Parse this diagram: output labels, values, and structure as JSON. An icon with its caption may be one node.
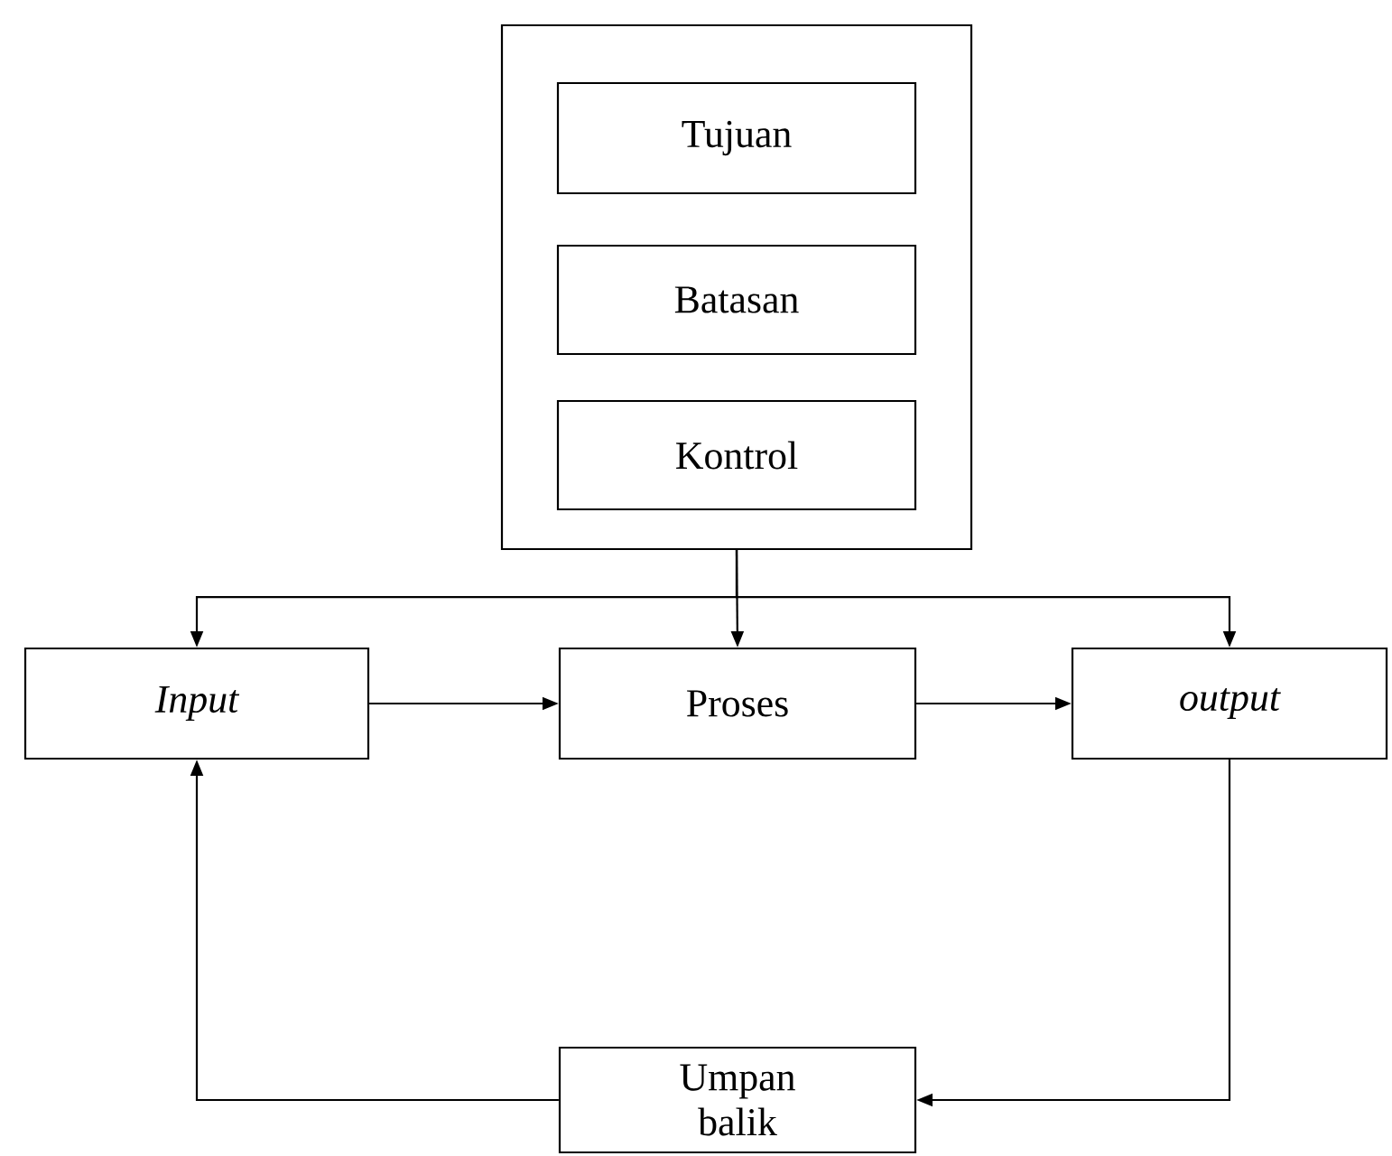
{
  "diagram": {
    "nodes": [
      {
        "text": [],
        "shape": "box"
      },
      {
        "text": [
          "Tujuan"
        ],
        "in": 0
      },
      {
        "text": [
          "Batasan"
        ],
        "in": 0
      },
      {
        "text": [
          "Kontrol"
        ],
        "in": 0
      },
      {
        "text": [
          "Input"
        ]
      },
      {
        "text": [
          "Proses"
        ]
      },
      {
        "text": [
          "output"
        ]
      },
      {
        "text": [
          "Umpan balik"
        ]
      }
    ],
    "edges": [
      {
        "from": 0,
        "to": 4,
        "arrow": "to"
      },
      {
        "from": 0,
        "to": 5,
        "arrow": "to"
      },
      {
        "from": 0,
        "to": 6,
        "arrow": "to"
      },
      {
        "from": 4,
        "to": 5,
        "arrow": "to"
      },
      {
        "from": 5,
        "to": 6,
        "arrow": "to"
      },
      {
        "from": 6,
        "to": 7,
        "arrow": "to"
      },
      {
        "from": 7,
        "to": 4,
        "arrow": "to"
      }
    ]
  }
}
